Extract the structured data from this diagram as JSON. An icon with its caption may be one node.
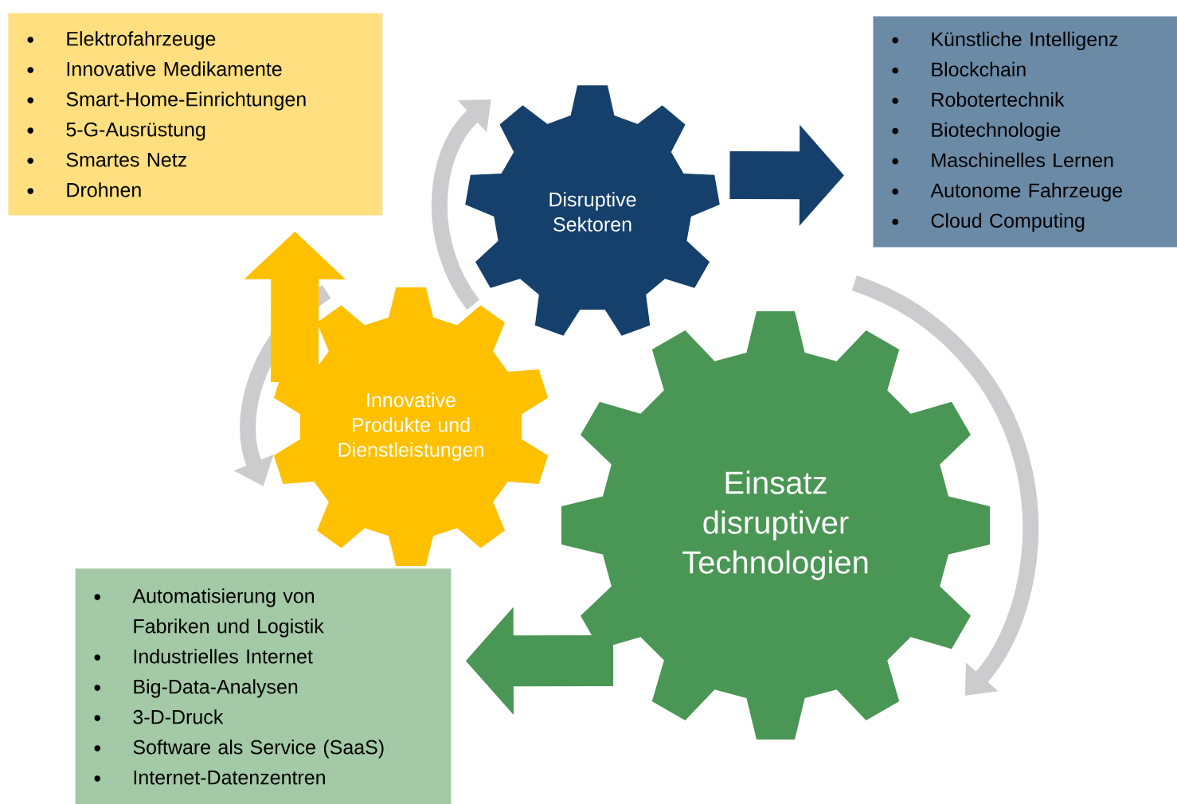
{
  "diagram": {
    "nodes": [
      {
        "text": [
          "Elektrofahrzeuge",
          "Innovative Medikamente",
          "Smart-Home-Einrichtungen",
          "5-G-Ausrüstung",
          "Smartes Netz",
          "Drohnen"
        ]
      },
      {
        "text": [
          "Künstliche Intelligenz",
          "Blockchain",
          "Robotertechnik",
          "Biotechnologie",
          "Maschinelles Lernen",
          "Autonome Fahrzeuge",
          "Cloud Computing"
        ]
      },
      {
        "text": [
          "Disruptive Sektoren"
        ]
      },
      {
        "text": [
          "Innovative Produkte und Dienstleistungen"
        ]
      },
      {
        "text": [
          "Einsatz disruptiver Technologien"
        ]
      },
      {
        "text": [
          "Automatisierung von Fabriken und Logistik",
          "Industrielles Internet",
          "Big-Data-Analysen",
          "3-D-Druck",
          "Software als Service (SaaS)",
          "Internet-Datenzentren"
        ]
      }
    ],
    "edges": [
      {
        "from": 2,
        "to": 1,
        "arrow": "to",
        "color": "#15406b"
      },
      {
        "from": 3,
        "to": 0,
        "arrow": "to",
        "color": "#ffc000"
      },
      {
        "from": 4,
        "to": 5,
        "arrow": "to",
        "color": "#4a9654"
      }
    ]
  }
}
